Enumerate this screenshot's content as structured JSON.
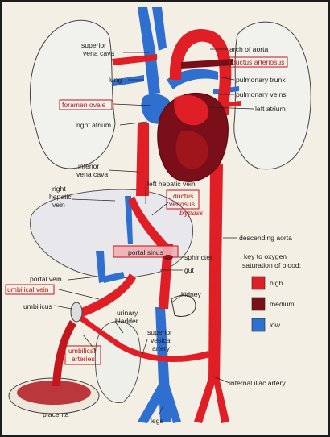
{
  "colors": {
    "high": "#e01e26",
    "medium": "#7a0f1a",
    "low": "#2f6fd0",
    "highlight_box": "#c0161c",
    "portal_sinus_fill": "#f2aeb4",
    "handwriting": "#c0161c"
  },
  "labels": {
    "superior_vena_cava": [
      "superior",
      "vena cava"
    ],
    "arch_of_aorta": "arch of aorta",
    "lung": "lung",
    "ductus_arteriosus": "ductus arteriosus",
    "pulmonary_trunk": "pulmonary trunk",
    "pulmonary_veins": "pulmonary veins",
    "foramen_ovale": "foramen ovale",
    "left_atrium": "left atrium",
    "right_atrium": "right atrium",
    "inferior_vena_cava": [
      "inferior",
      "vena cava"
    ],
    "left_hepatic_vein": "left hepatic vein",
    "right_hepatic_vein": [
      "right",
      "hepatic",
      "vein"
    ],
    "ductus_venosus": [
      "ductus",
      "venosus"
    ],
    "handwritten_note": "bypass",
    "descending_aorta": "descending aorta",
    "portal_sinus": "portal sinus",
    "sphincter": "sphincter",
    "gut": "gut",
    "portal_vein": "portal vein",
    "umbilical_vein": "umbilical vein",
    "kidney": "kidney",
    "umbilicus": "umbilicus",
    "urinary_bladder": [
      "urinary",
      "bladder"
    ],
    "umbilical_arteries": [
      "umbilical",
      "arteries"
    ],
    "superior_vesical_artery": [
      "superior",
      "vesical",
      "artery"
    ],
    "internal_iliac_artery": "internal iliac artery",
    "placenta": "placenta",
    "legs": "legs"
  },
  "legend": {
    "title": [
      "key to oxygen",
      "saturation of blood:"
    ],
    "items": [
      {
        "label": "high",
        "color": "#e01e26"
      },
      {
        "label": "medium",
        "color": "#7a0f1a"
      },
      {
        "label": "low",
        "color": "#2f6fd0"
      }
    ]
  }
}
